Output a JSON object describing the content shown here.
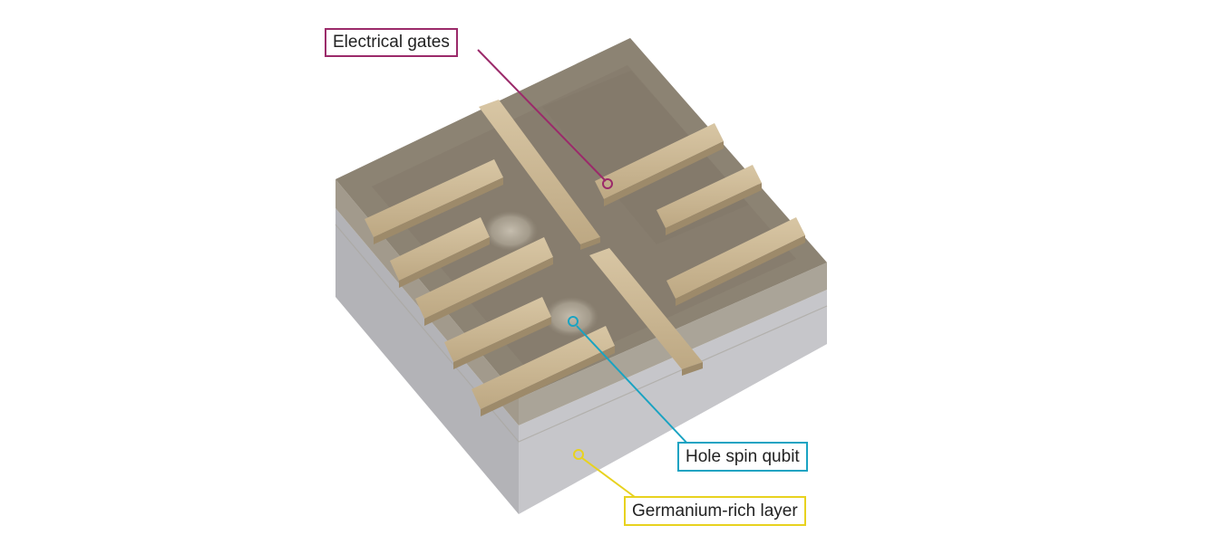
{
  "labels": {
    "electrical_gates": "Electrical gates",
    "hole_spin_qubit": "Hole spin qubit",
    "germanium_layer": "Germanium-rich layer"
  },
  "colors": {
    "electrical_gates": "#9b2a6a",
    "hole_spin_qubit": "#1aa3c2",
    "germanium_layer": "#e8d21f",
    "gate_metal": "#cdb894",
    "top_surface": "#8c8373",
    "substrate": "#b9b9bc"
  }
}
